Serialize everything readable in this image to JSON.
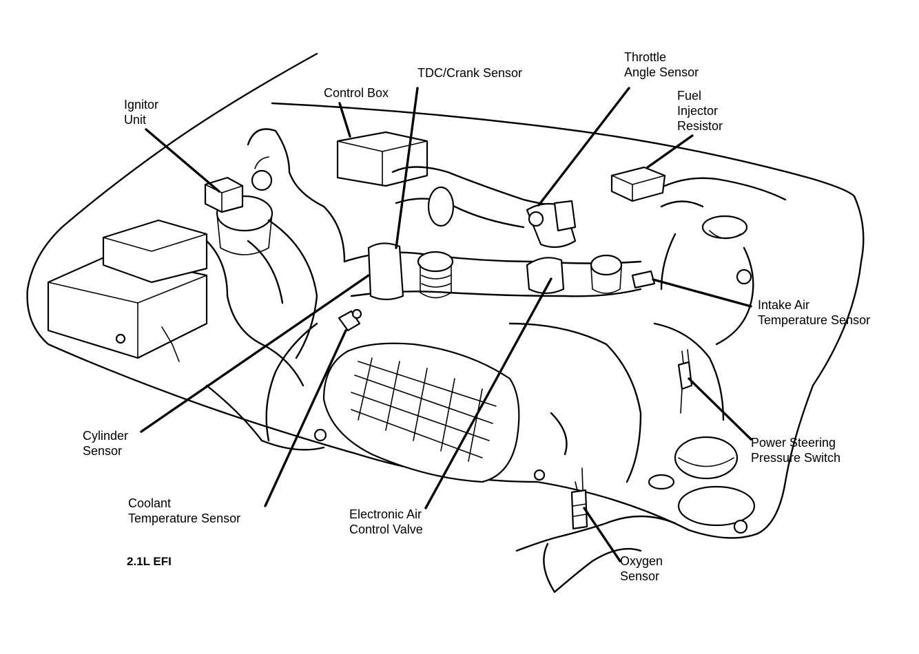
{
  "diagram": {
    "caption": "2.1L EFI",
    "components": {
      "ignitor_unit": [
        "Ignitor",
        "Unit"
      ],
      "control_box": [
        "Control Box"
      ],
      "tdc_crank_sensor": [
        "TDC/Crank Sensor"
      ],
      "throttle_angle_sensor": [
        "Throttle",
        "Angle Sensor"
      ],
      "fuel_injector_resistor": [
        "Fuel",
        "Injector",
        "Resistor"
      ],
      "intake_air_temperature_sensor": [
        "Intake Air",
        "Temperature Sensor"
      ],
      "power_steering_pressure_switch": [
        "Power Steering",
        "Pressure Switch"
      ],
      "oxygen_sensor": [
        "Oxygen",
        "Sensor"
      ],
      "electronic_air_control_valve": [
        "Electronic Air",
        "Control Valve"
      ],
      "coolant_temperature_sensor": [
        "Coolant",
        "Temperature Sensor"
      ],
      "cylinder_sensor": [
        "Cylinder",
        "Sensor"
      ]
    }
  }
}
